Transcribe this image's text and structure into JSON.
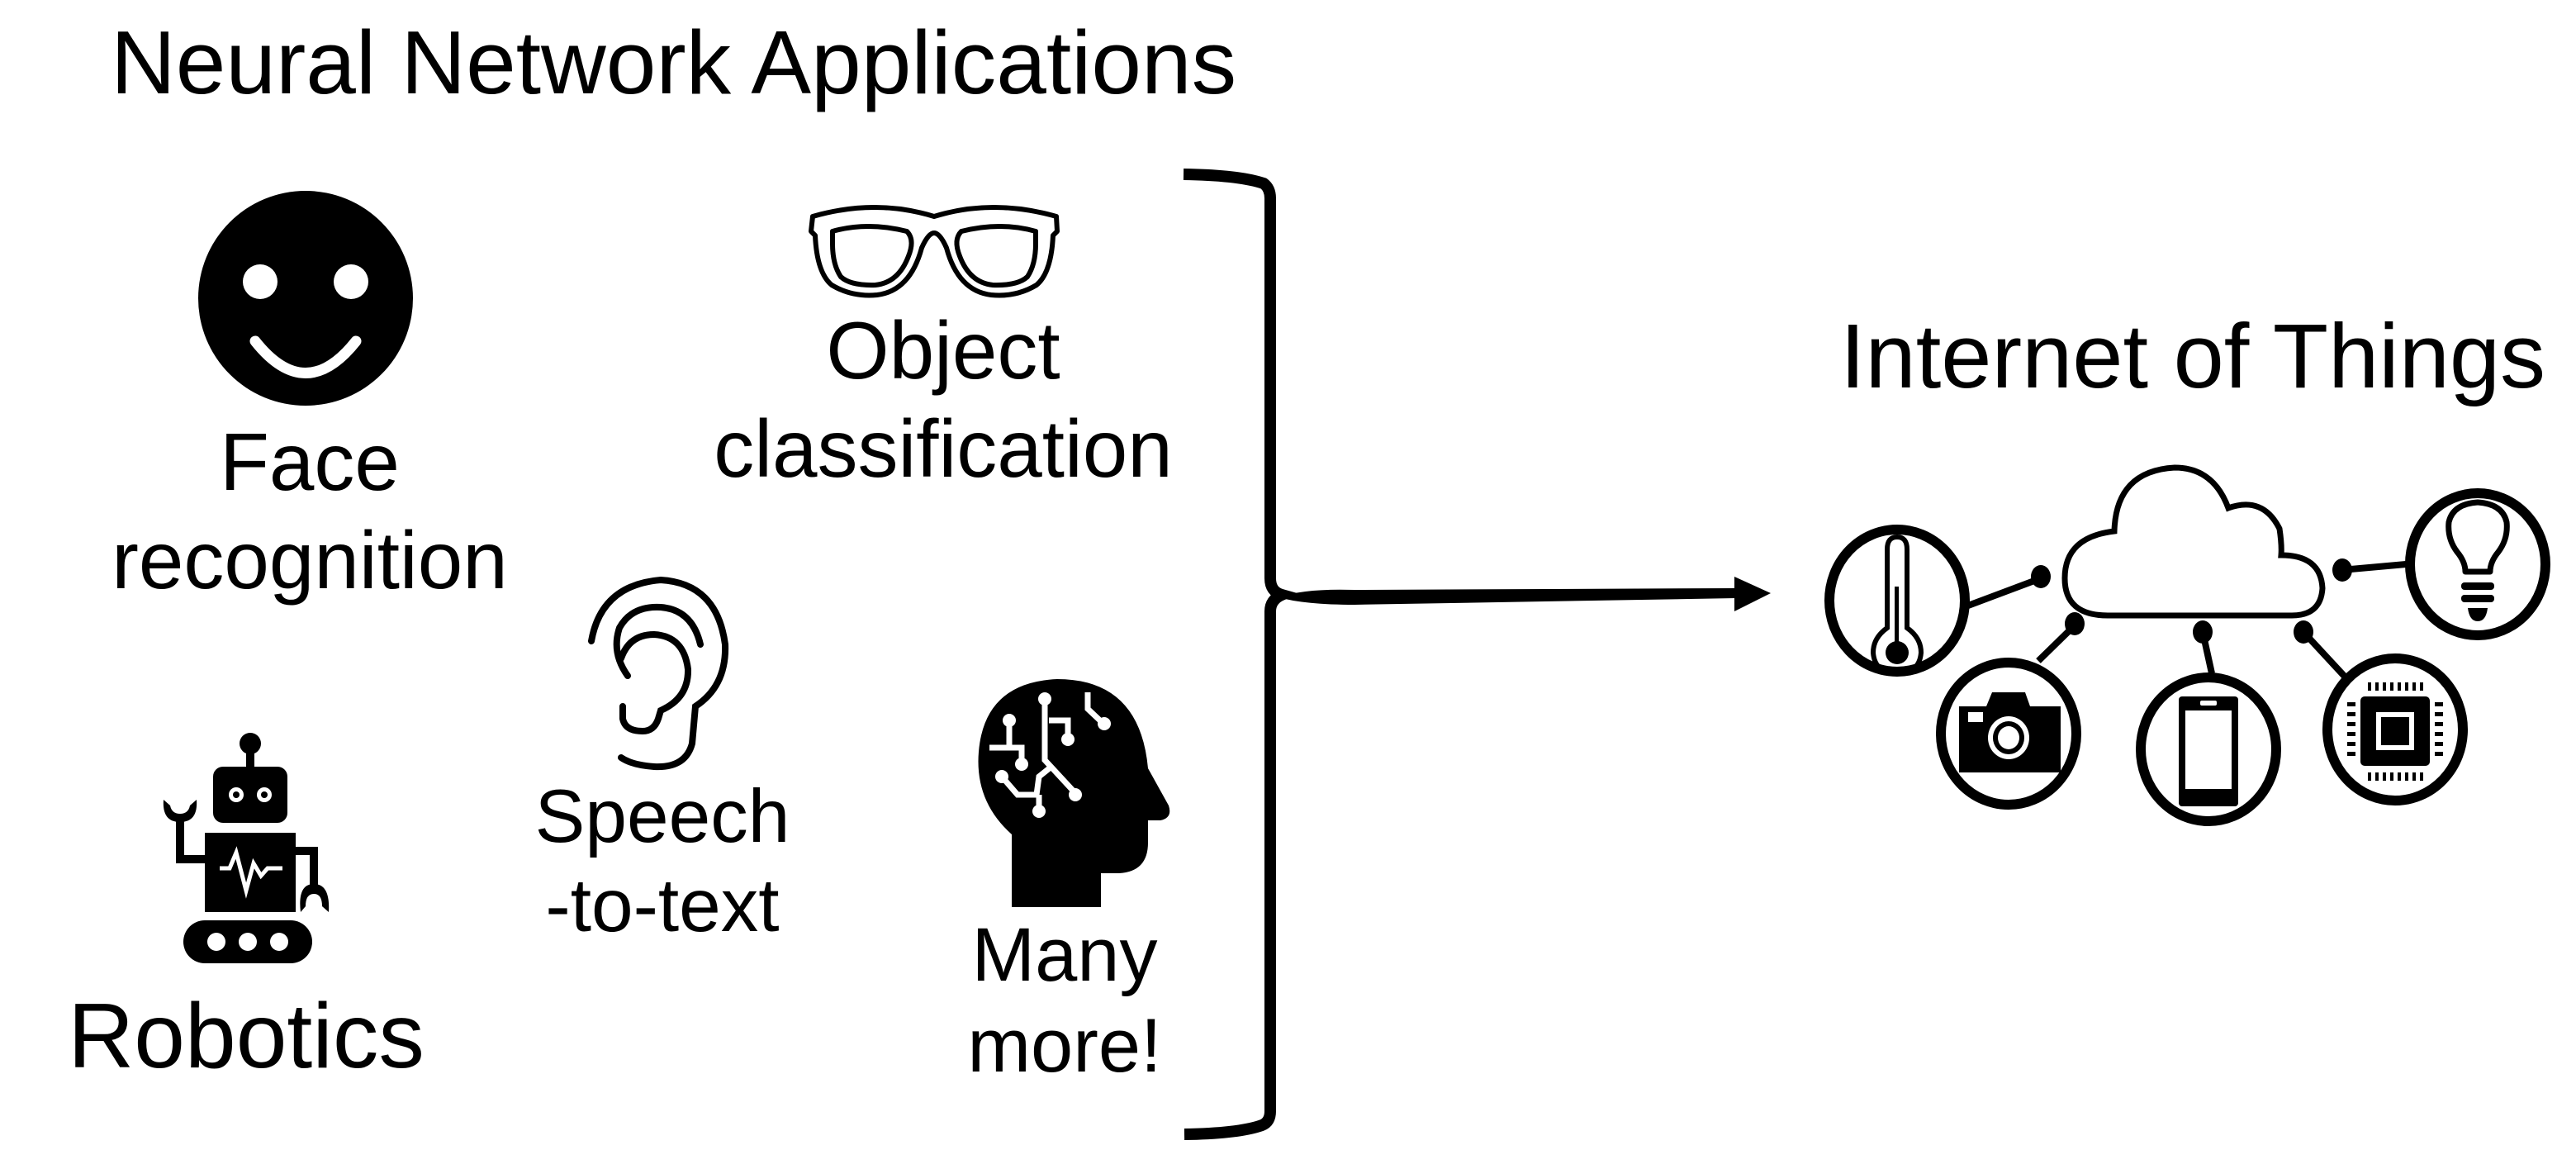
{
  "diagram": {
    "left_group": {
      "title": "Neural Network Applications",
      "applications": [
        {
          "name": "face-recognition",
          "icon": "smiley-face-icon",
          "lines": [
            "Face",
            "recognition"
          ]
        },
        {
          "name": "object-classification",
          "icon": "glasses-icon",
          "lines": [
            "Object",
            "classification"
          ]
        },
        {
          "name": "speech-to-text",
          "icon": "ear-icon",
          "lines": [
            "Speech",
            "-to-text"
          ]
        },
        {
          "name": "robotics",
          "icon": "robot-icon",
          "lines": [
            "Robotics"
          ]
        },
        {
          "name": "many-more",
          "icon": "brain-head-icon",
          "lines": [
            "Many",
            "more!"
          ]
        }
      ]
    },
    "connector": {
      "type": "curly-brace-arrow",
      "direction": "left-to-right"
    },
    "right_group": {
      "title": "Internet of Things",
      "hub_icon": "cloud-icon",
      "devices": [
        {
          "name": "thermometer",
          "icon": "thermometer-icon"
        },
        {
          "name": "camera",
          "icon": "camera-icon"
        },
        {
          "name": "smartphone",
          "icon": "smartphone-icon"
        },
        {
          "name": "microchip",
          "icon": "microchip-icon"
        },
        {
          "name": "light-bulb",
          "icon": "light-bulb-icon"
        }
      ]
    },
    "colors": {
      "ink": "#000000",
      "background": "#ffffff"
    }
  }
}
